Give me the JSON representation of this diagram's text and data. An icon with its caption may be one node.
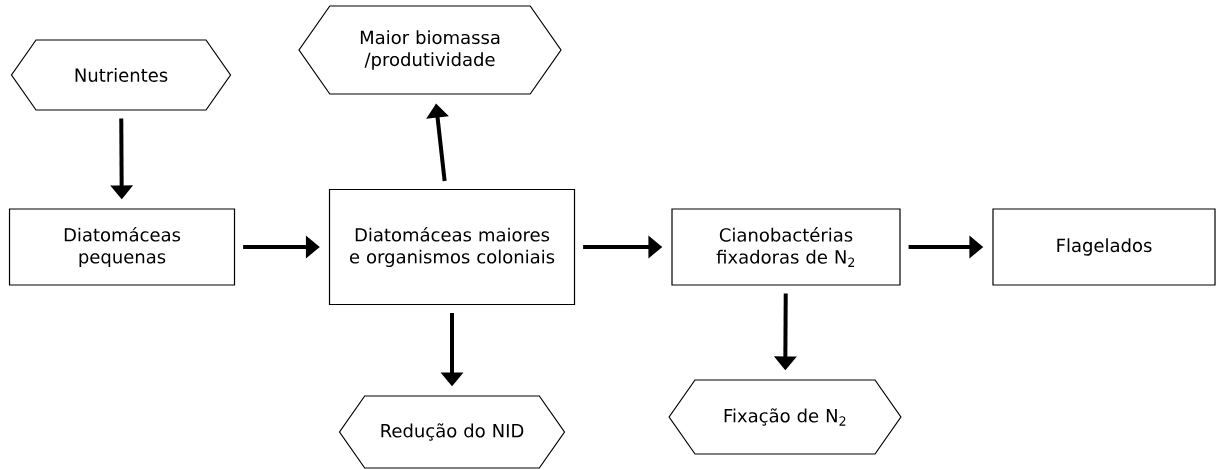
{
  "diagram": {
    "nodes": [
      {
        "text": [
          "Nutrientes"
        ]
      },
      {
        "text": [
          "Diatomáceas pequenas"
        ]
      },
      {
        "text": [
          "Maior biomassa /produtividade"
        ]
      },
      {
        "text": [
          "Diatomáceas maiores e organismos coloniais"
        ]
      },
      {
        "text": [
          "Redução do NID"
        ]
      },
      {
        "text": [
          "Cianobactérias fixadoras de N$_{2}$"
        ]
      },
      {
        "text": [
          "Fixação de N$_{2}$"
        ]
      },
      {
        "text": [
          "Flagelados"
        ]
      }
    ],
    "edges": [
      {
        "from": 0,
        "to": 1,
        "arrow": "to"
      },
      {
        "from": 1,
        "to": 3,
        "arrow": "to"
      },
      {
        "from": 3,
        "to": 2,
        "arrow": "to"
      },
      {
        "from": 3,
        "to": 4,
        "arrow": "to"
      },
      {
        "from": 3,
        "to": 5,
        "arrow": "to"
      },
      {
        "from": 5,
        "to": 6,
        "arrow": "to"
      },
      {
        "from": 5,
        "to": 7,
        "arrow": "to"
      }
    ]
  }
}
